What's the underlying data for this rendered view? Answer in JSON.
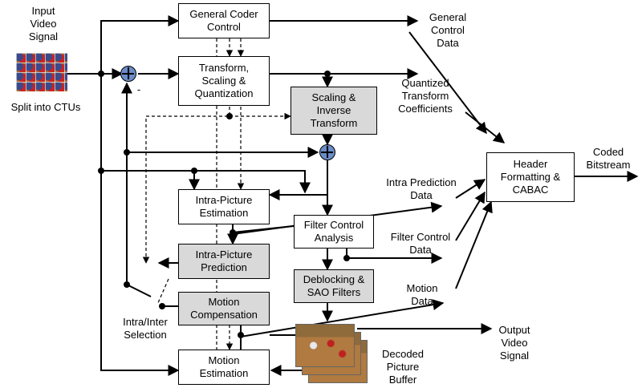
{
  "input_label": "Input\nVideo\nSignal",
  "split_label": "Split into CTUs",
  "minus_sign": "-",
  "boxes": {
    "general_coder_control": "General Coder\nControl",
    "transform_scaling_quantization": "Transform,\nScaling &\nQuantization",
    "scaling_inverse_transform": "Scaling &\nInverse\nTransform",
    "intra_picture_estimation": "Intra-Picture\nEstimation",
    "filter_control_analysis": "Filter Control\nAnalysis",
    "intra_picture_prediction": "Intra-Picture\nPrediction",
    "deblocking_sao_filters": "Deblocking &\nSAO Filters",
    "motion_compensation": "Motion\nCompensation",
    "motion_estimation": "Motion\nEstimation",
    "header_formatting_cabac": "Header\nFormatting &\nCABAC"
  },
  "outputs": {
    "general_control_data": "General\nControl\nData",
    "quantized_transform_coefficients": "Quantized\nTransform\nCoefficients",
    "intra_prediction_data": "Intra Prediction\nData",
    "filter_control_data": "Filter Control\nData",
    "motion_data": "Motion\nData",
    "coded_bitstream": "Coded\nBitstream",
    "output_video_signal": "Output\nVideo\nSignal"
  },
  "intra_inter_selection": "Intra/Inter\nSelection",
  "decoded_picture_buffer": "Decoded\nPicture\nBuffer"
}
